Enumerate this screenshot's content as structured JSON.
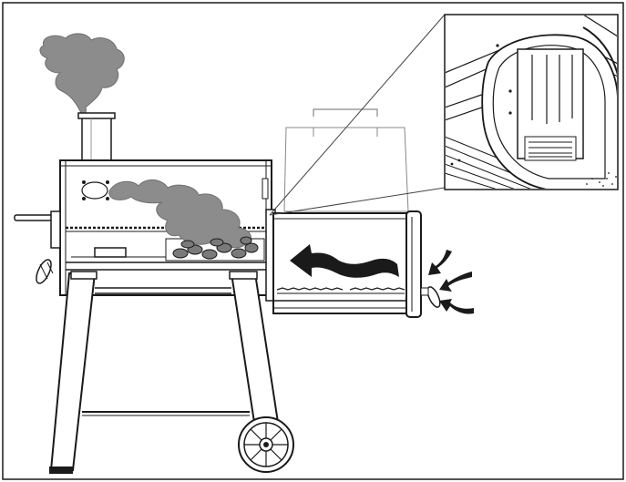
{
  "figure": {
    "description_visible_text": "",
    "colors": {
      "line": "#1a1a1a",
      "smoke": "#8c8c8c",
      "smoke_dark": "#6f6f6f",
      "charcoal": "#7a7a7a",
      "panel_bg": "#ffffff",
      "zoom_line": "#444444",
      "arrow_fill": "#1a1a1a"
    },
    "icons": {
      "smoke": "smoke-cloud-icon",
      "airflow": "airflow-arrow-icon",
      "intake": "air-intake-arrow-icon",
      "wheel": "wheel-icon",
      "charcoal": "charcoal-briquettes-icon",
      "damper": "damper-handle-icon"
    },
    "parts": {
      "chimney": "chimney-stack",
      "main_chamber": "cooking-chamber",
      "firebox": "offset-firebox",
      "inset": "firebox-baffle-detail",
      "cart": "cart-frame"
    }
  }
}
